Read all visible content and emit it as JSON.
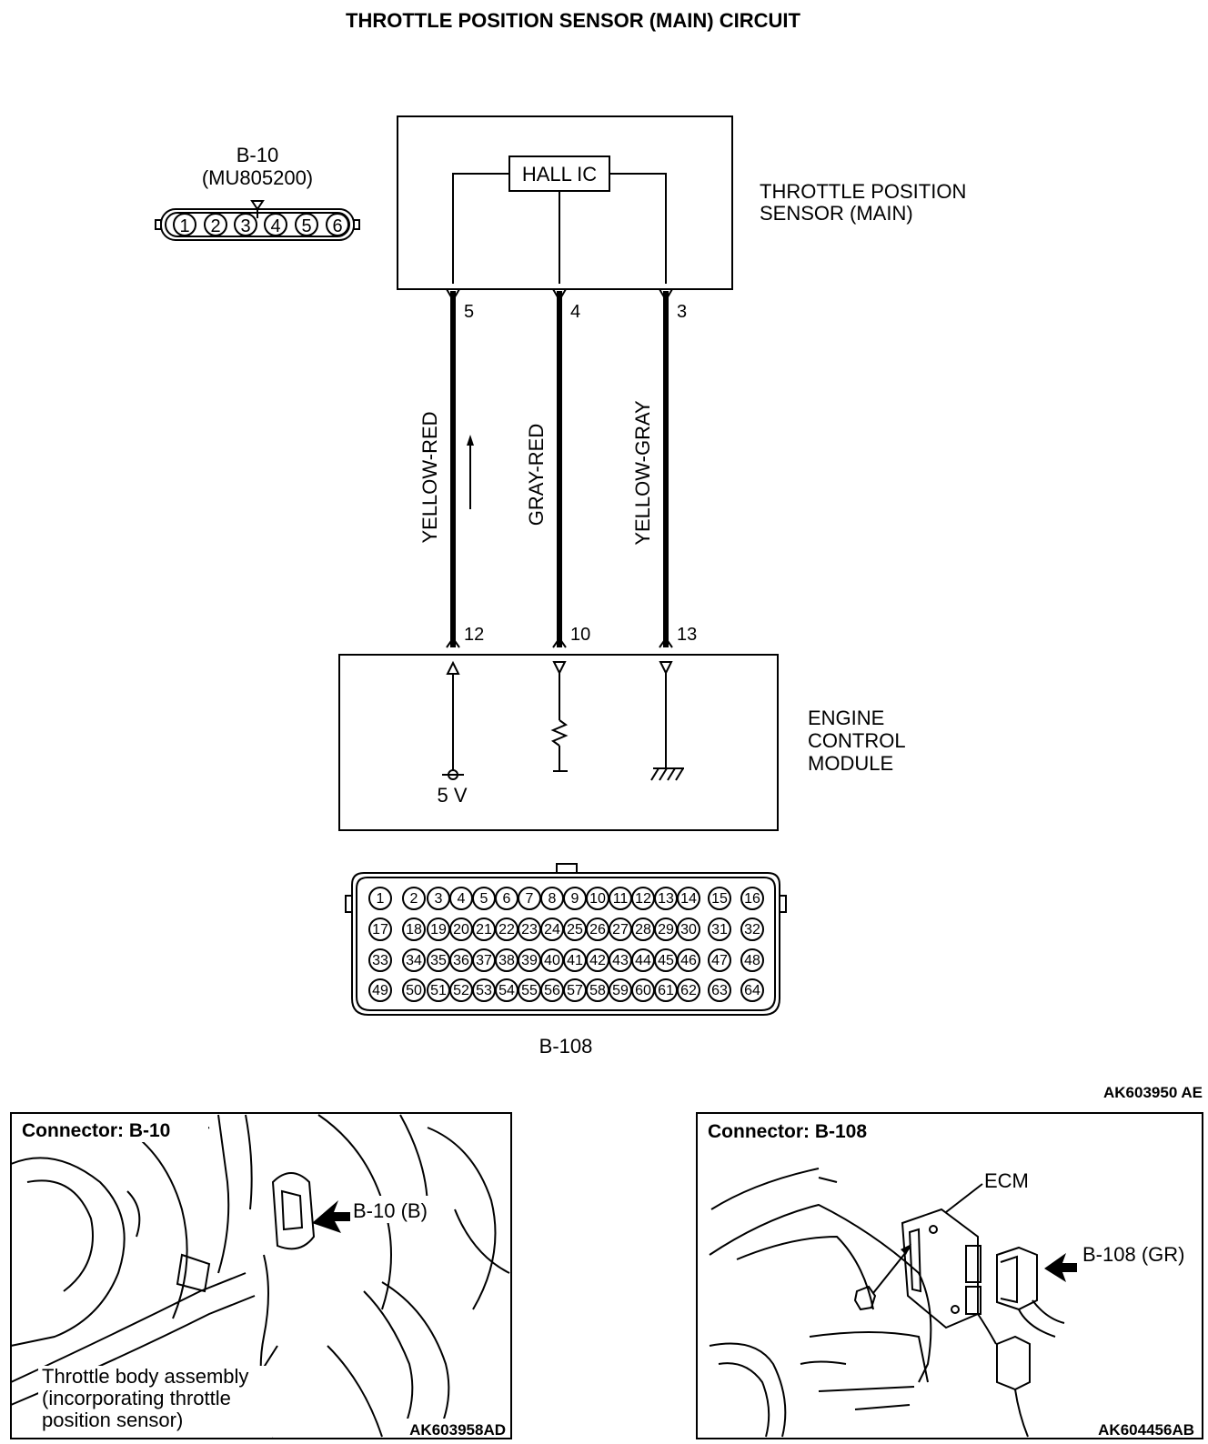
{
  "title": "THROTTLE POSITION SENSOR (MAIN) CIRCUIT",
  "sensor_connector": {
    "name": "B-10",
    "part_number": "(MU805200)",
    "pins": [
      "1",
      "2",
      "3",
      "4",
      "5",
      "6"
    ]
  },
  "sensor": {
    "ic_label": "HALL IC",
    "label_line1": "THROTTLE POSITION",
    "label_line2": "SENSOR (MAIN)"
  },
  "wires": [
    {
      "sensor_pin": "5",
      "color": "YELLOW-RED",
      "ecm_pin": "12"
    },
    {
      "sensor_pin": "4",
      "color": "GRAY-RED",
      "ecm_pin": "10"
    },
    {
      "sensor_pin": "3",
      "color": "YELLOW-GRAY",
      "ecm_pin": "13"
    }
  ],
  "ecm": {
    "label_line1": "ENGINE",
    "label_line2": "CONTROL",
    "label_line3": "MODULE",
    "supply": "5 V"
  },
  "ecm_connector": {
    "name": "B-108",
    "rows": [
      [
        "1",
        "2",
        "3",
        "4",
        "5",
        "6",
        "7",
        "8",
        "9",
        "10",
        "11",
        "12",
        "13",
        "14",
        "15",
        "16"
      ],
      [
        "17",
        "18",
        "19",
        "20",
        "21",
        "22",
        "23",
        "24",
        "25",
        "26",
        "27",
        "28",
        "29",
        "30",
        "31",
        "32"
      ],
      [
        "33",
        "34",
        "35",
        "36",
        "37",
        "38",
        "39",
        "40",
        "41",
        "42",
        "43",
        "44",
        "45",
        "46",
        "47",
        "48"
      ],
      [
        "49",
        "50",
        "51",
        "52",
        "53",
        "54",
        "55",
        "56",
        "57",
        "58",
        "59",
        "60",
        "61",
        "62",
        "63",
        "64"
      ]
    ]
  },
  "diagram_code": "AK603950 AE",
  "panel_left": {
    "title": "Connector: B-10",
    "callout": "B-10 (B)",
    "caption_line1": "Throttle body assembly",
    "caption_line2": "(incorporating throttle",
    "caption_line3": "position sensor)",
    "code": "AK603958AD"
  },
  "panel_right": {
    "title": "Connector: B-108",
    "ecm_label": "ECM",
    "callout": "B-108 (GR)",
    "code": "AK604456AB"
  }
}
